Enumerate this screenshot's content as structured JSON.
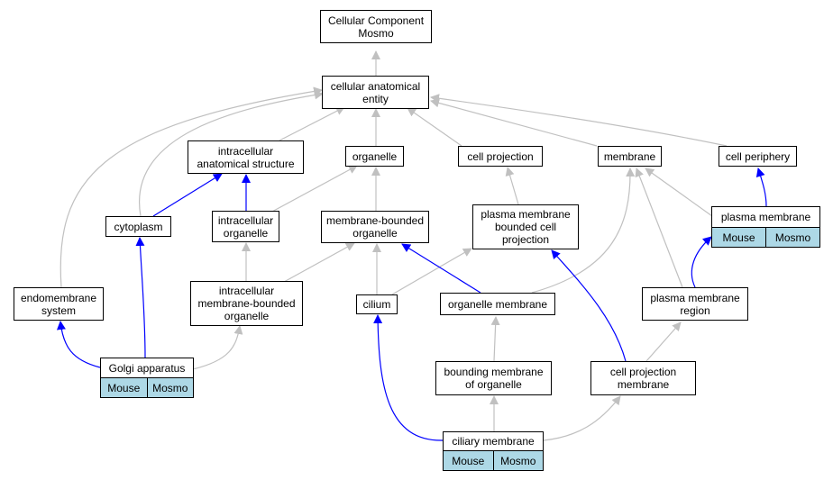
{
  "colors": {
    "is_a_edge": "#c0c0c0",
    "part_of_edge": "#0000ff",
    "tag_bg": "#add8e6"
  },
  "nodes": {
    "root": "Cellular Component\nMosmo",
    "cae": "cellular anatomical\nentity",
    "ias": "intracellular\nanatomical structure",
    "organelle": "organelle",
    "cellproj": "cell projection",
    "membrane": "membrane",
    "cellper": "cell periphery",
    "cytoplasm": "cytoplasm",
    "intorg": "intracellular\norganelle",
    "mbo": "membrane-bounded\norganelle",
    "pmbcp": "plasma membrane\nbounded cell\nprojection",
    "pm": "plasma membrane",
    "endo": "endomembrane\nsystem",
    "imbo": "intracellular\nmembrane-bounded\norganelle",
    "cilium": "cilium",
    "orgmem": "organelle membrane",
    "pmr": "plasma membrane\nregion",
    "golgi": "Golgi apparatus",
    "bmo": "bounding membrane\nof organelle",
    "cpm": "cell projection\nmembrane",
    "ciliary": "ciliary membrane"
  },
  "tags": {
    "left": "Mouse",
    "right": "Mosmo"
  }
}
